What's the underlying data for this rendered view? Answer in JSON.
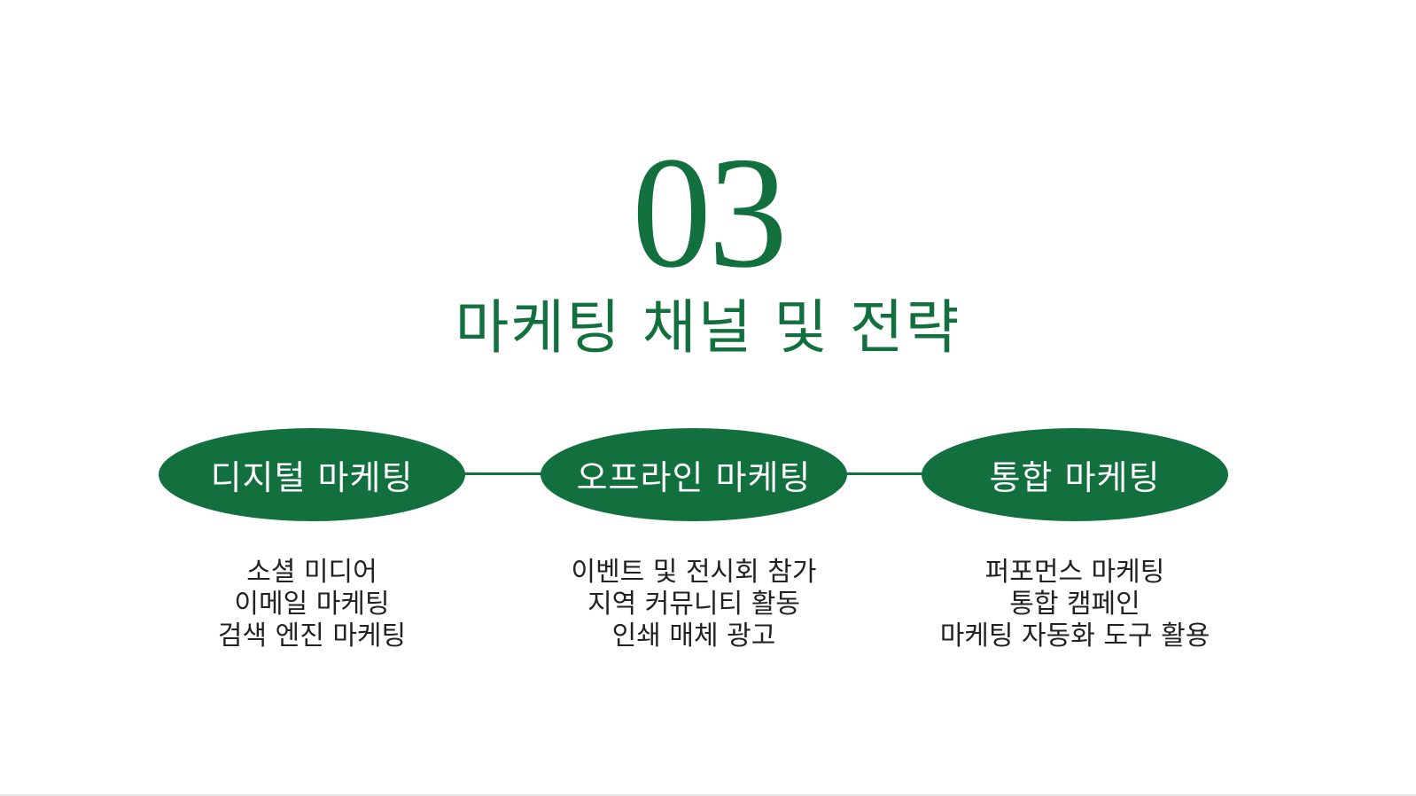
{
  "colors": {
    "accent": "#12703F",
    "text": "#222222",
    "background": "#FFFFFF"
  },
  "section": {
    "number": "03",
    "title": "마케팅 채널 및 전략"
  },
  "channels": [
    {
      "label": "디지털 마케팅",
      "items": [
        "소셜 미디어",
        "이메일 마케팅",
        "검색 엔진 마케팅"
      ]
    },
    {
      "label": "오프라인 마케팅",
      "items": [
        "이벤트 및 전시회 참가",
        "지역 커뮤니티 활동",
        "인쇄 매체 광고"
      ]
    },
    {
      "label": "통합 마케팅",
      "items": [
        "퍼포먼스 마케팅",
        "통합 캠페인",
        "마케팅 자동화 도구 활용"
      ]
    }
  ]
}
